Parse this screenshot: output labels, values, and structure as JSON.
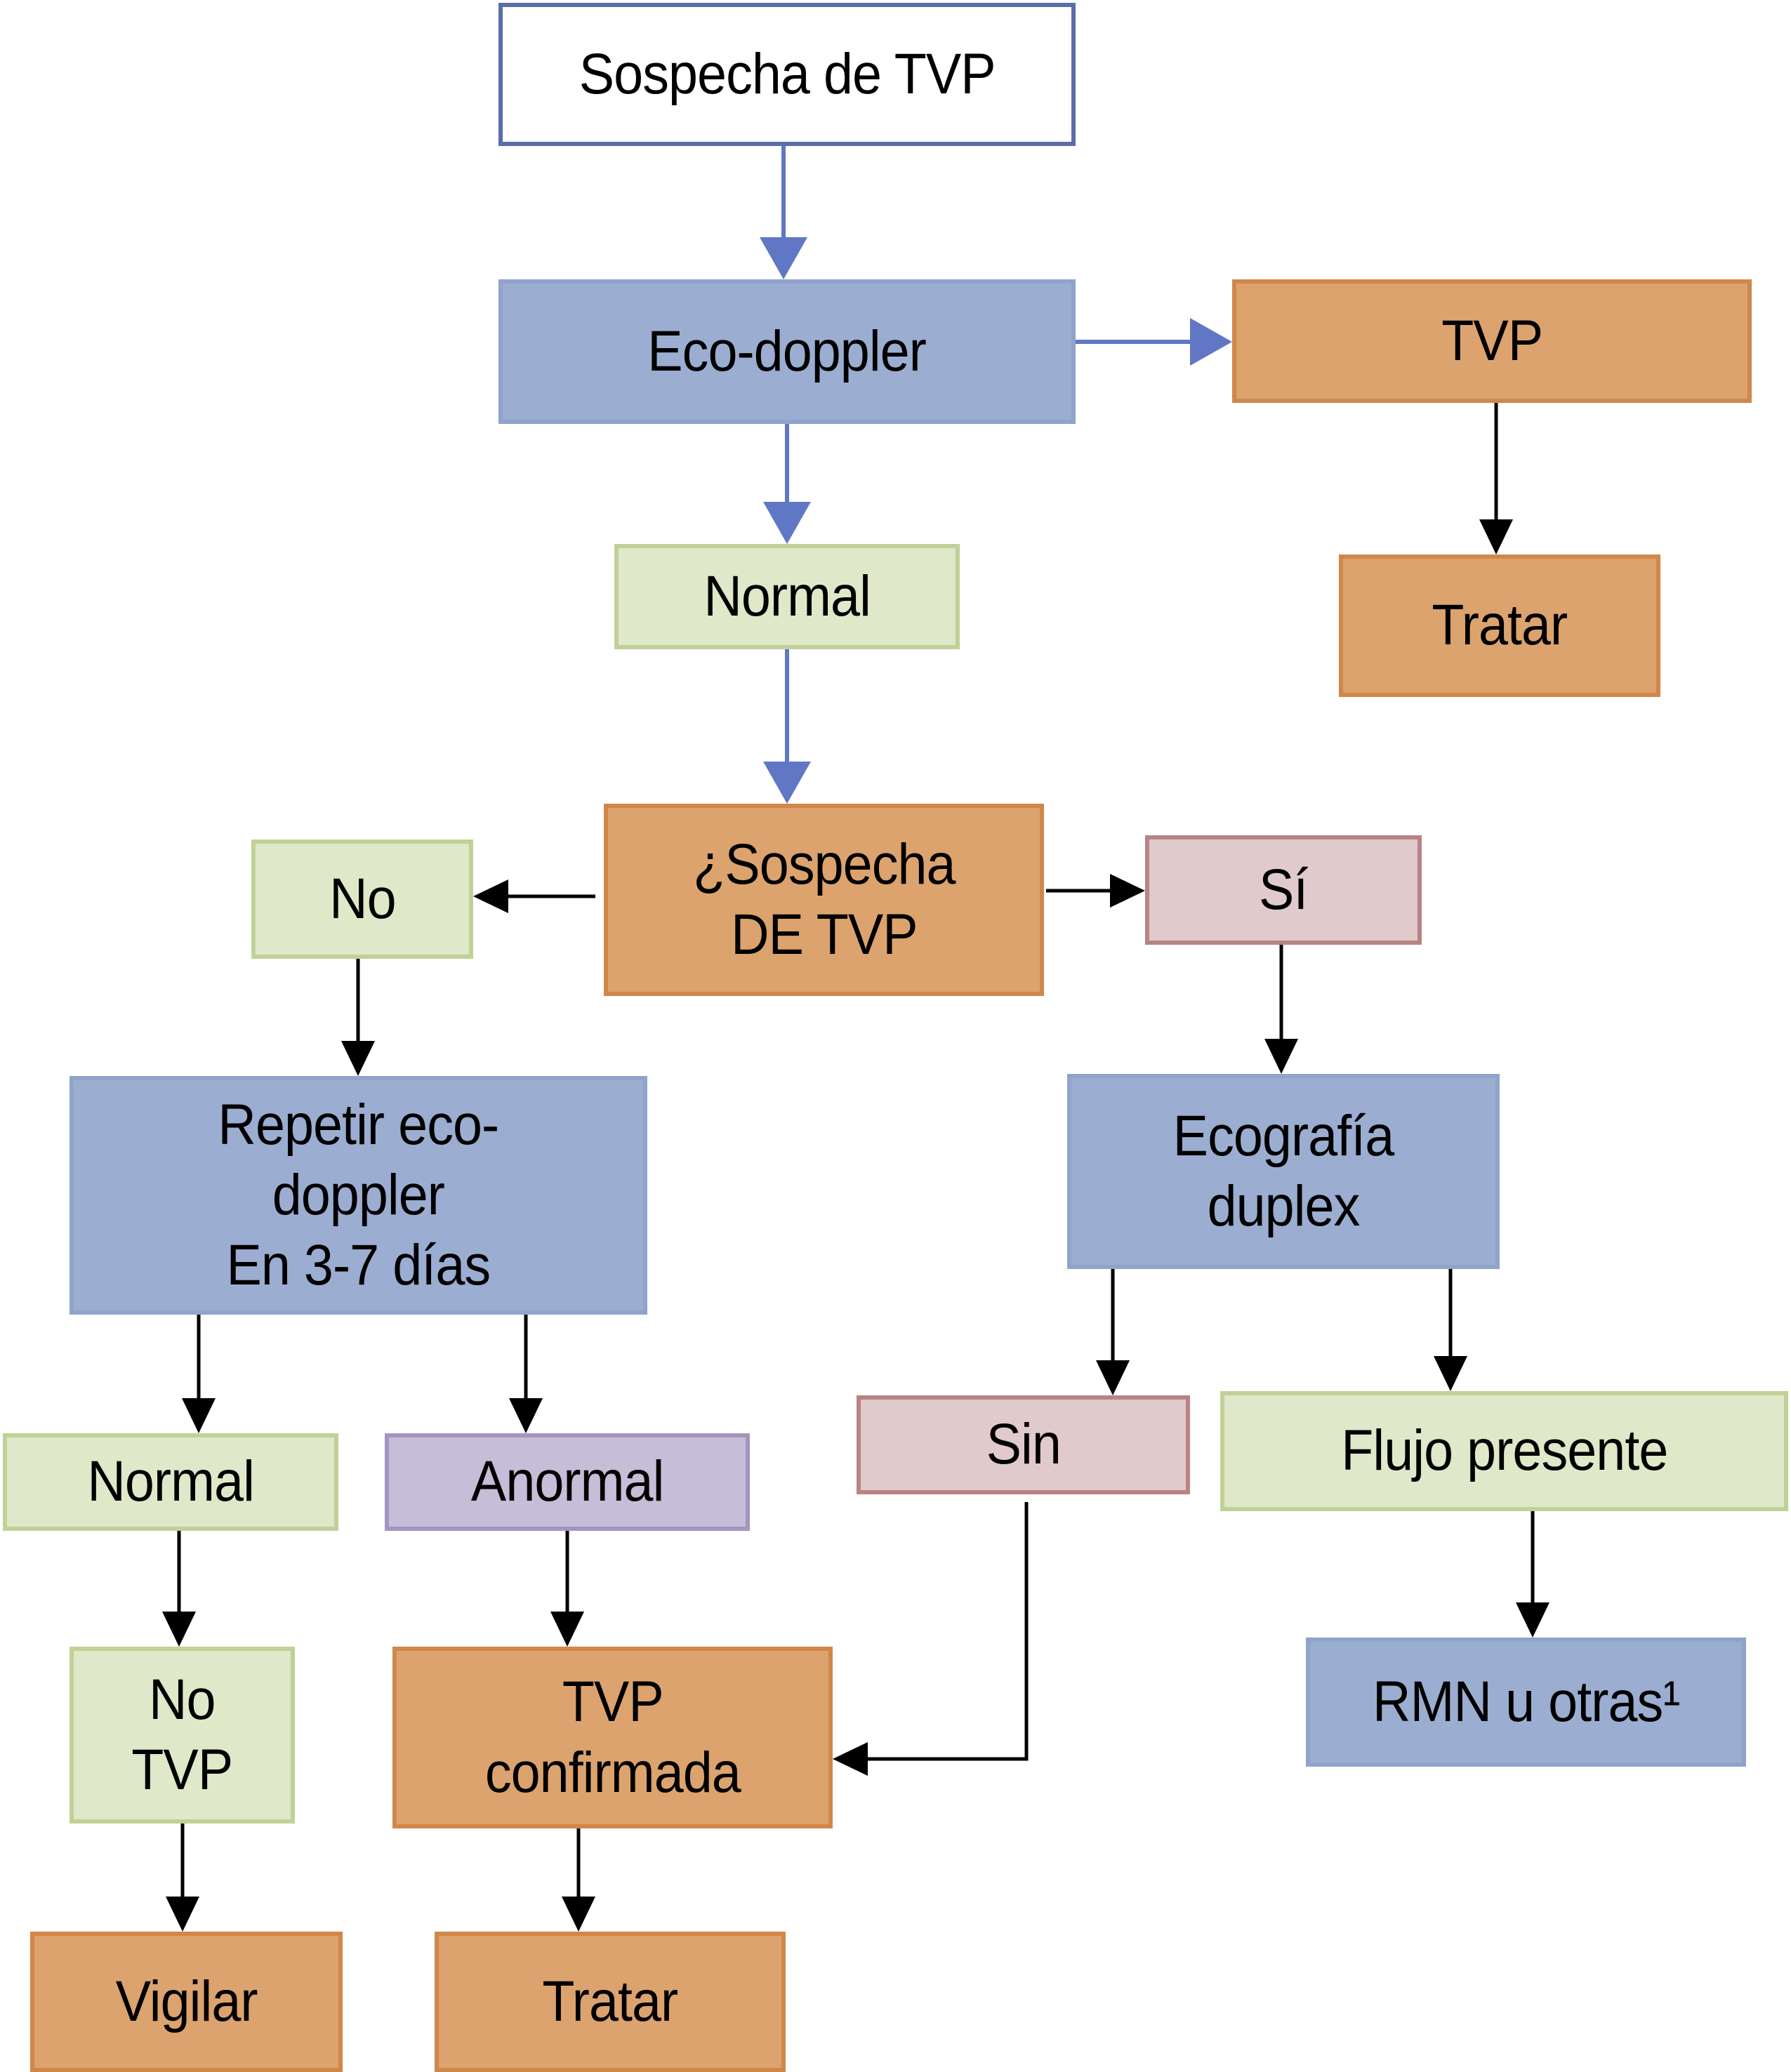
{
  "diagram": {
    "type": "flowchart",
    "colors": {
      "blue_connector": "#5f77c4",
      "black_connector": "#000000",
      "white_box_border": "#5a6ea8",
      "blue_fill": "#9badd0",
      "orange_fill": "#dca36e",
      "green_fill": "#dfe8c9",
      "pink_fill": "#e0cacb",
      "purple_fill": "#c6bdd8"
    },
    "nodes": {
      "start": "Sospecha de TVP",
      "eco_doppler": "Eco-doppler",
      "tvp_right": "TVP",
      "tratar_right": "Tratar",
      "normal_top": "Normal",
      "decision": "¿Sospecha\nDE TVP",
      "no": "No",
      "si": "Sí",
      "repetir": "Repetir eco-\ndoppler\nEn 3-7 días",
      "ecografia": "Ecografía\nduplex",
      "sin": "Sin",
      "flujo": "Flujo presente",
      "normal_bottom": "Normal",
      "anormal": "Anormal",
      "no_tvp": "No\nTVP",
      "tvp_confirmada": "TVP\nconfirmada",
      "rmn": "RMN u otras¹",
      "vigilar": "Vigilar",
      "tratar_bottom": "Tratar"
    },
    "edges": [
      {
        "from": "start",
        "to": "eco_doppler",
        "color": "blue"
      },
      {
        "from": "eco_doppler",
        "to": "tvp_right",
        "color": "blue"
      },
      {
        "from": "eco_doppler",
        "to": "normal_top",
        "color": "blue"
      },
      {
        "from": "normal_top",
        "to": "decision",
        "color": "blue"
      },
      {
        "from": "tvp_right",
        "to": "tratar_right",
        "color": "black"
      },
      {
        "from": "decision",
        "to": "no",
        "color": "black"
      },
      {
        "from": "decision",
        "to": "si",
        "color": "black"
      },
      {
        "from": "no",
        "to": "repetir",
        "color": "black"
      },
      {
        "from": "si",
        "to": "ecografia",
        "color": "black"
      },
      {
        "from": "repetir",
        "to": "normal_bottom",
        "color": "black"
      },
      {
        "from": "repetir",
        "to": "anormal",
        "color": "black"
      },
      {
        "from": "ecografia",
        "to": "sin",
        "color": "black"
      },
      {
        "from": "ecografia",
        "to": "flujo",
        "color": "black"
      },
      {
        "from": "normal_bottom",
        "to": "no_tvp",
        "color": "black"
      },
      {
        "from": "anormal",
        "to": "tvp_confirmada",
        "color": "black"
      },
      {
        "from": "sin",
        "to": "tvp_confirmada",
        "color": "black"
      },
      {
        "from": "flujo",
        "to": "rmn",
        "color": "black"
      },
      {
        "from": "no_tvp",
        "to": "vigilar",
        "color": "black"
      },
      {
        "from": "tvp_confirmada",
        "to": "tratar_bottom",
        "color": "black"
      }
    ]
  }
}
